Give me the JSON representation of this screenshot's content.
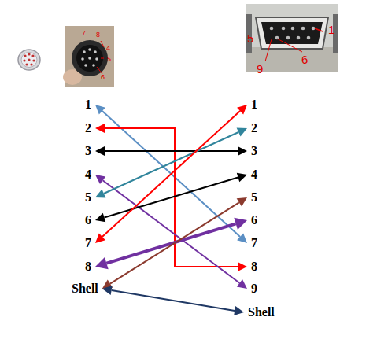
{
  "diagram": {
    "nodes": [
      {
        "text": [
          "1"
        ]
      },
      {
        "text": [
          "2"
        ]
      },
      {
        "text": [
          "3"
        ]
      },
      {
        "text": [
          "4"
        ]
      },
      {
        "text": [
          "5"
        ]
      },
      {
        "text": [
          "6"
        ]
      },
      {
        "text": [
          "7"
        ]
      },
      {
        "text": [
          "8"
        ]
      },
      {
        "text": [
          "Shell"
        ]
      },
      {
        "text": [
          "1"
        ]
      },
      {
        "text": [
          "2"
        ]
      },
      {
        "text": [
          "3"
        ]
      },
      {
        "text": [
          "4"
        ]
      },
      {
        "text": [
          "5"
        ]
      },
      {
        "text": [
          "6"
        ]
      },
      {
        "text": [
          "7"
        ]
      },
      {
        "text": [
          "8"
        ]
      },
      {
        "text": [
          "9"
        ]
      },
      {
        "text": [
          "Shell"
        ]
      }
    ],
    "edges": [
      {
        "from": 0,
        "to": 15,
        "arrow": "both"
      },
      {
        "from": 1,
        "to": 16,
        "arrow": "both"
      },
      {
        "from": 2,
        "to": 11,
        "arrow": "both"
      },
      {
        "from": 3,
        "to": 17,
        "arrow": "both"
      },
      {
        "from": 4,
        "to": 10,
        "arrow": "both"
      },
      {
        "from": 5,
        "to": 12,
        "arrow": "both"
      },
      {
        "from": 6,
        "to": 9,
        "arrow": "both"
      },
      {
        "from": 7,
        "to": 14,
        "arrow": "both"
      },
      {
        "from": 8,
        "to": 13,
        "arrow": "both"
      },
      {
        "from": 8,
        "to": 18,
        "arrow": "both"
      }
    ],
    "labels": [
      "7",
      "8",
      "4",
      "5",
      "6",
      "5",
      "1",
      "9",
      "6"
    ]
  }
}
